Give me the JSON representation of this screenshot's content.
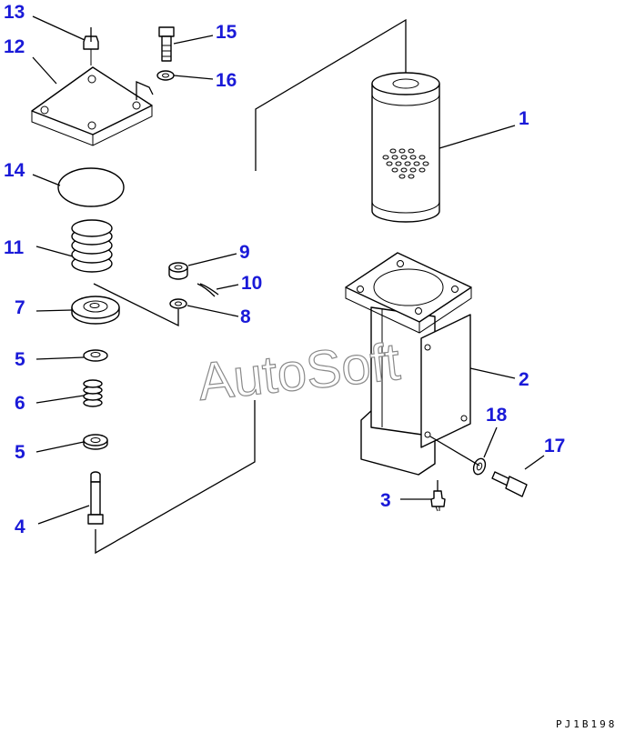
{
  "callouts": {
    "p1": "1",
    "p2": "2",
    "p3": "3",
    "p4": "4",
    "p5a": "5",
    "p5b": "5",
    "p6": "6",
    "p7": "7",
    "p8": "8",
    "p9": "9",
    "p10": "10",
    "p11": "11",
    "p12": "12",
    "p13": "13",
    "p14": "14",
    "p15": "15",
    "p16": "16",
    "p17": "17",
    "p18": "18"
  },
  "watermark": "AutoSoft",
  "reference_code": "PJ1B198",
  "colors": {
    "callout": "#1a1ad8",
    "lines": "#000000",
    "watermark_outline": "#8a8a8a"
  }
}
